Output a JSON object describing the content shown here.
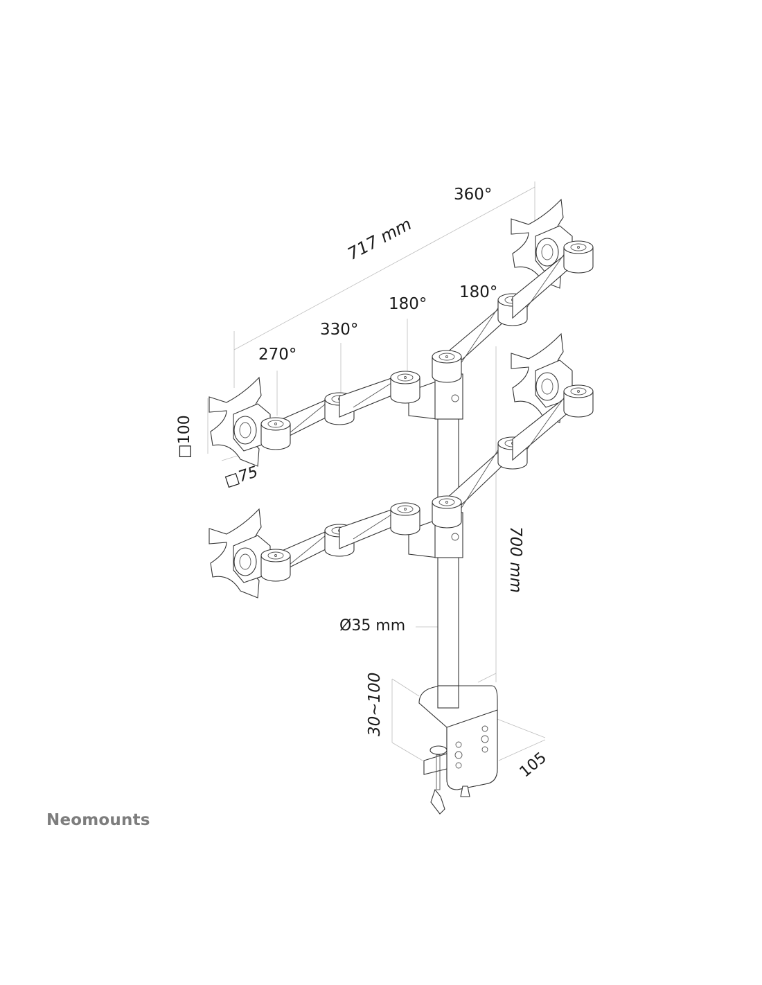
{
  "labels": {
    "rotation_top_right_head": "360°",
    "width_total": "717 mm",
    "rotation_right_elbow": "180°",
    "rotation_pole_joint": "180°",
    "rotation_mid_joint": "330°",
    "rotation_head_tilt": "270°",
    "vesa_vertical": "□100",
    "vesa_horizontal": "□75",
    "pole_height": "700 mm",
    "pole_diameter": "Ø35 mm",
    "desk_thickness": "30~100",
    "clamp_depth": "105"
  },
  "brand": {
    "name": "Neomounts",
    "color": "#7d7d7d"
  },
  "colors": {
    "line": "#333333",
    "dimension_line": "#bdbdbd",
    "background": "#ffffff"
  }
}
